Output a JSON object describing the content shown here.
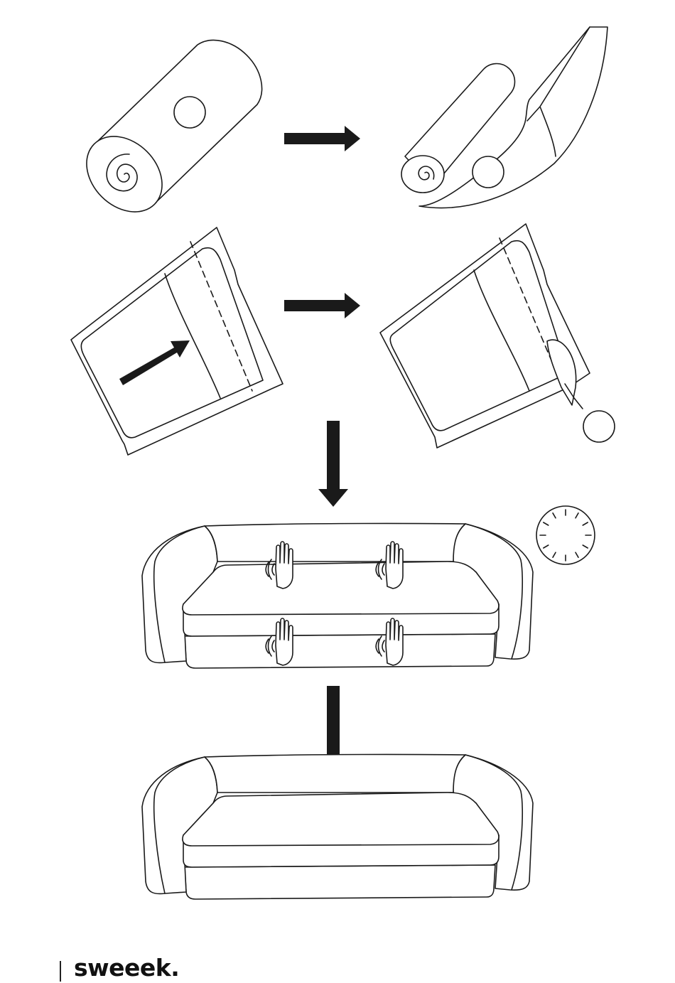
{
  "brand": {
    "logo_text": "sweeek."
  },
  "colors": {
    "ink": "#1a1a1a",
    "background": "#ffffff"
  },
  "steps": [
    {
      "name": "unroll-mattress"
    },
    {
      "name": "open-bag-zipper"
    },
    {
      "name": "place-cushions-wait"
    },
    {
      "name": "finished-sofa"
    }
  ]
}
